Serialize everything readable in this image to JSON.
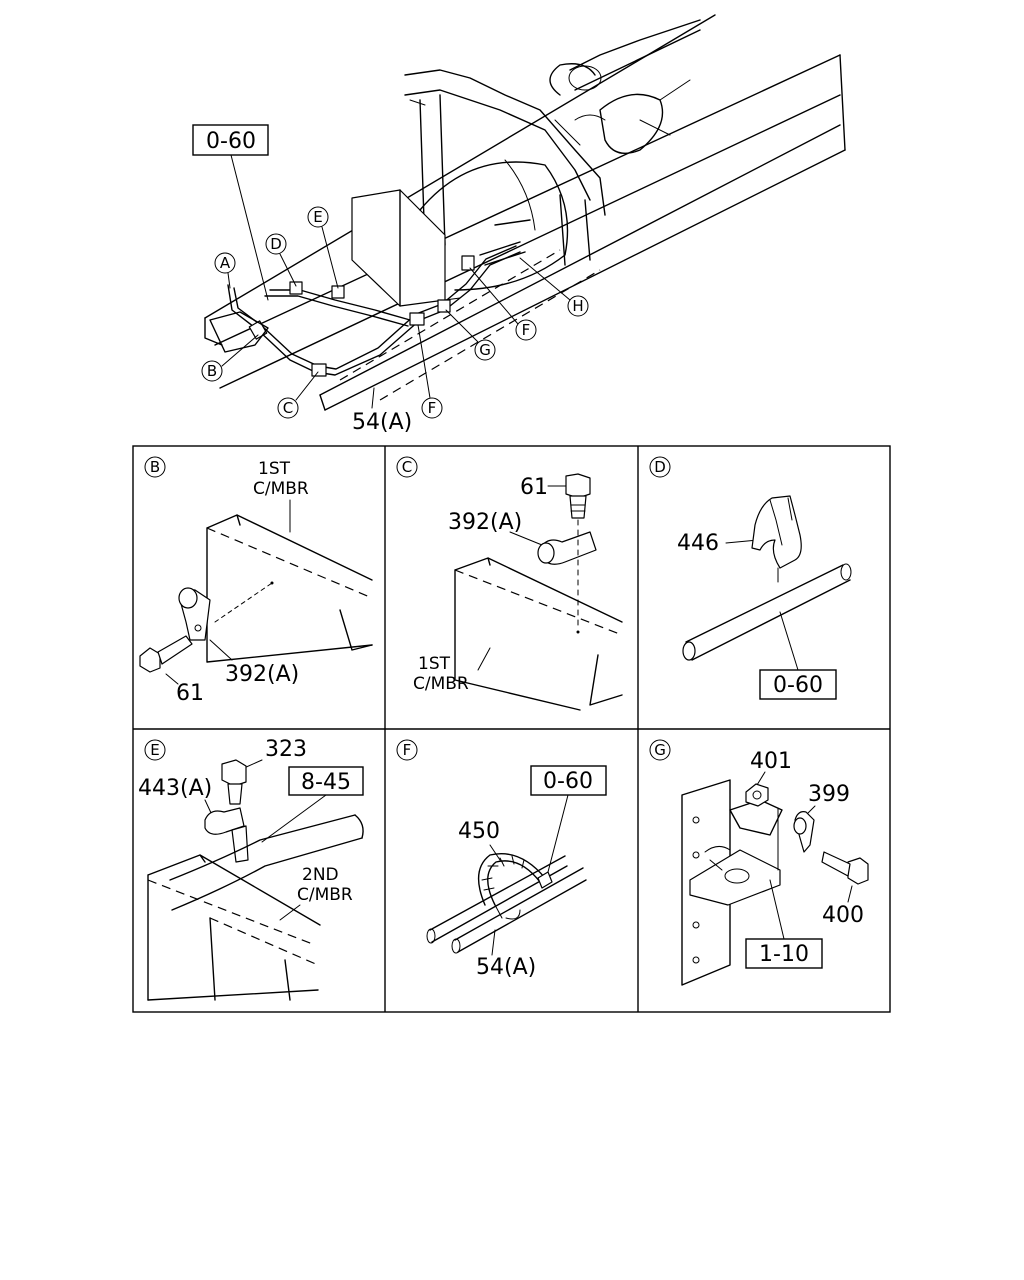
{
  "overview": {
    "callouts": [
      "A",
      "B",
      "C",
      "D",
      "E",
      "F",
      "F",
      "G",
      "H"
    ],
    "part_54a": "54(A)",
    "ref_box": "0-60"
  },
  "panels": {
    "B": {
      "letter": "B",
      "member_line1": "1ST",
      "member_line2": "C/MBR",
      "clip": "392(A)",
      "bolt": "61"
    },
    "C": {
      "letter": "C",
      "bolt": "61",
      "clip": "392(A)",
      "member_line1": "1ST",
      "member_line2": "C/MBR"
    },
    "D": {
      "letter": "D",
      "clip": "446",
      "ref_box": "0-60"
    },
    "E": {
      "letter": "E",
      "bolt": "323",
      "clip": "443(A)",
      "ref_box": "8-45",
      "member_line1": "2ND",
      "member_line2": "C/MBR"
    },
    "F": {
      "letter": "F",
      "band": "450",
      "ref_box": "0-60",
      "pipe": "54(A)"
    },
    "G": {
      "letter": "G",
      "nut": "401",
      "clip": "399",
      "bolt": "400",
      "ref_box": "1-10"
    }
  }
}
